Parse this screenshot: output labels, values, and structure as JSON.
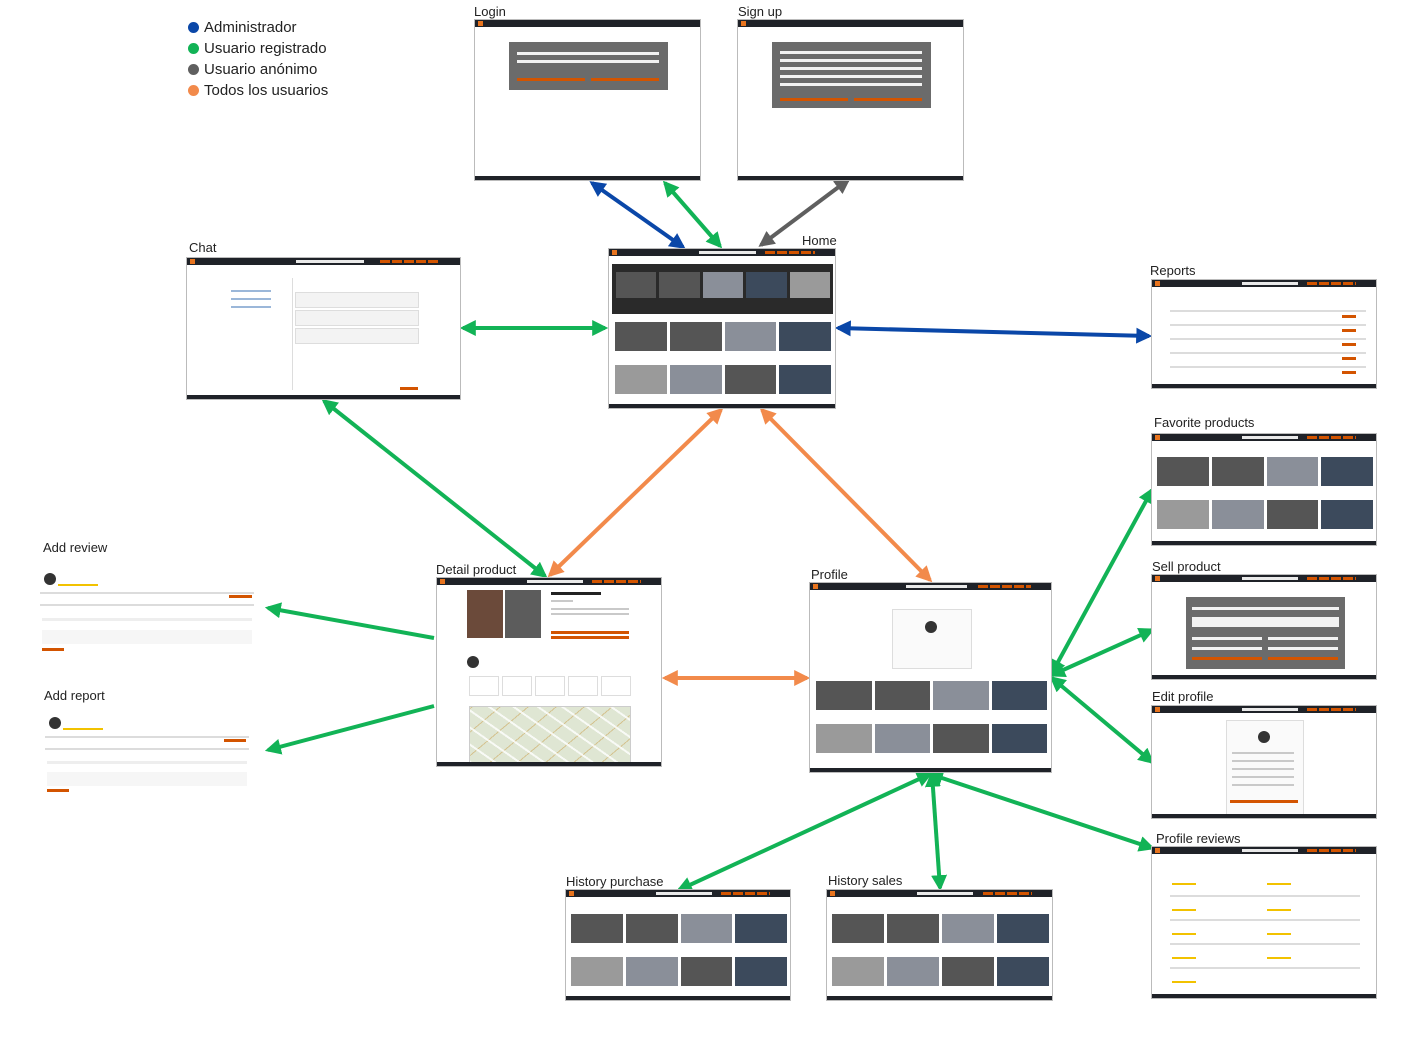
{
  "legend": [
    {
      "label": "Administrador",
      "color": "#0a47a8"
    },
    {
      "label": "Usuario registrado",
      "color": "#12b356"
    },
    {
      "label": "Usuario anónimo",
      "color": "#5f5f5f"
    },
    {
      "label": "Todos los usuarios",
      "color": "#f28a4b"
    }
  ],
  "nodes": {
    "login": "Login",
    "signup": "Sign up",
    "home": "Home",
    "chat": "Chat",
    "reports": "Reports",
    "favorite_products": "Favorite products",
    "sell_product": "Sell product",
    "edit_profile": "Edit profile",
    "profile_reviews": "Profile reviews",
    "add_review": "Add review",
    "add_report": "Add report",
    "detail_product": "Detail product",
    "profile": "Profile",
    "history_purchase": "History purchase",
    "history_sales": "History sales"
  },
  "colors": {
    "admin": "#0a47a8",
    "registered": "#12b356",
    "anonymous": "#5f5f5f",
    "all": "#f28a4b",
    "accent": "#d35400",
    "navbar": "#1f2228"
  }
}
